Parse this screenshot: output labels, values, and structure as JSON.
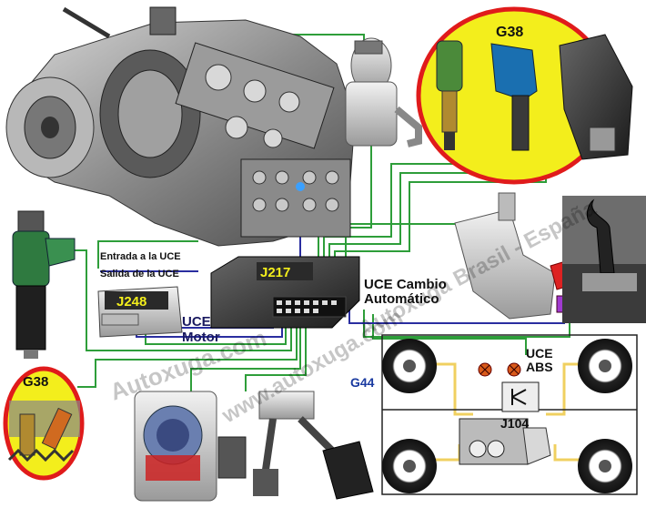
{
  "legend": {
    "input_label": "Entrada a la UCE",
    "output_label": "Salida de la UCE",
    "input_color": "#2e9e3a",
    "output_color": "#2a2ea0"
  },
  "modules": {
    "j217": "J217",
    "j248": "J248",
    "j104": "J104"
  },
  "labels": {
    "uce_cambio_line1": "UCE Cambio",
    "uce_cambio_line2": "Automático",
    "uce_motor_line1": "UCE",
    "uce_motor_line2": "Motor",
    "uce_abs_line1": "UCE",
    "uce_abs_line2": "ABS",
    "g38_top": "G38",
    "g38_bottom": "G38",
    "g44": "G44"
  },
  "watermark": {
    "line1": "Autoxuga.com",
    "line2": "www.autoxuga.com",
    "line3": "Autoxuga Brasil - España"
  },
  "colors": {
    "highlight_ring": "#e01b1b",
    "highlight_fill": "#f3ee1c",
    "module_label": "#f3ee1c",
    "wire_input": "#2e9e3a",
    "wire_output": "#2a2ea0",
    "wheel_wire": "#f0d060"
  }
}
